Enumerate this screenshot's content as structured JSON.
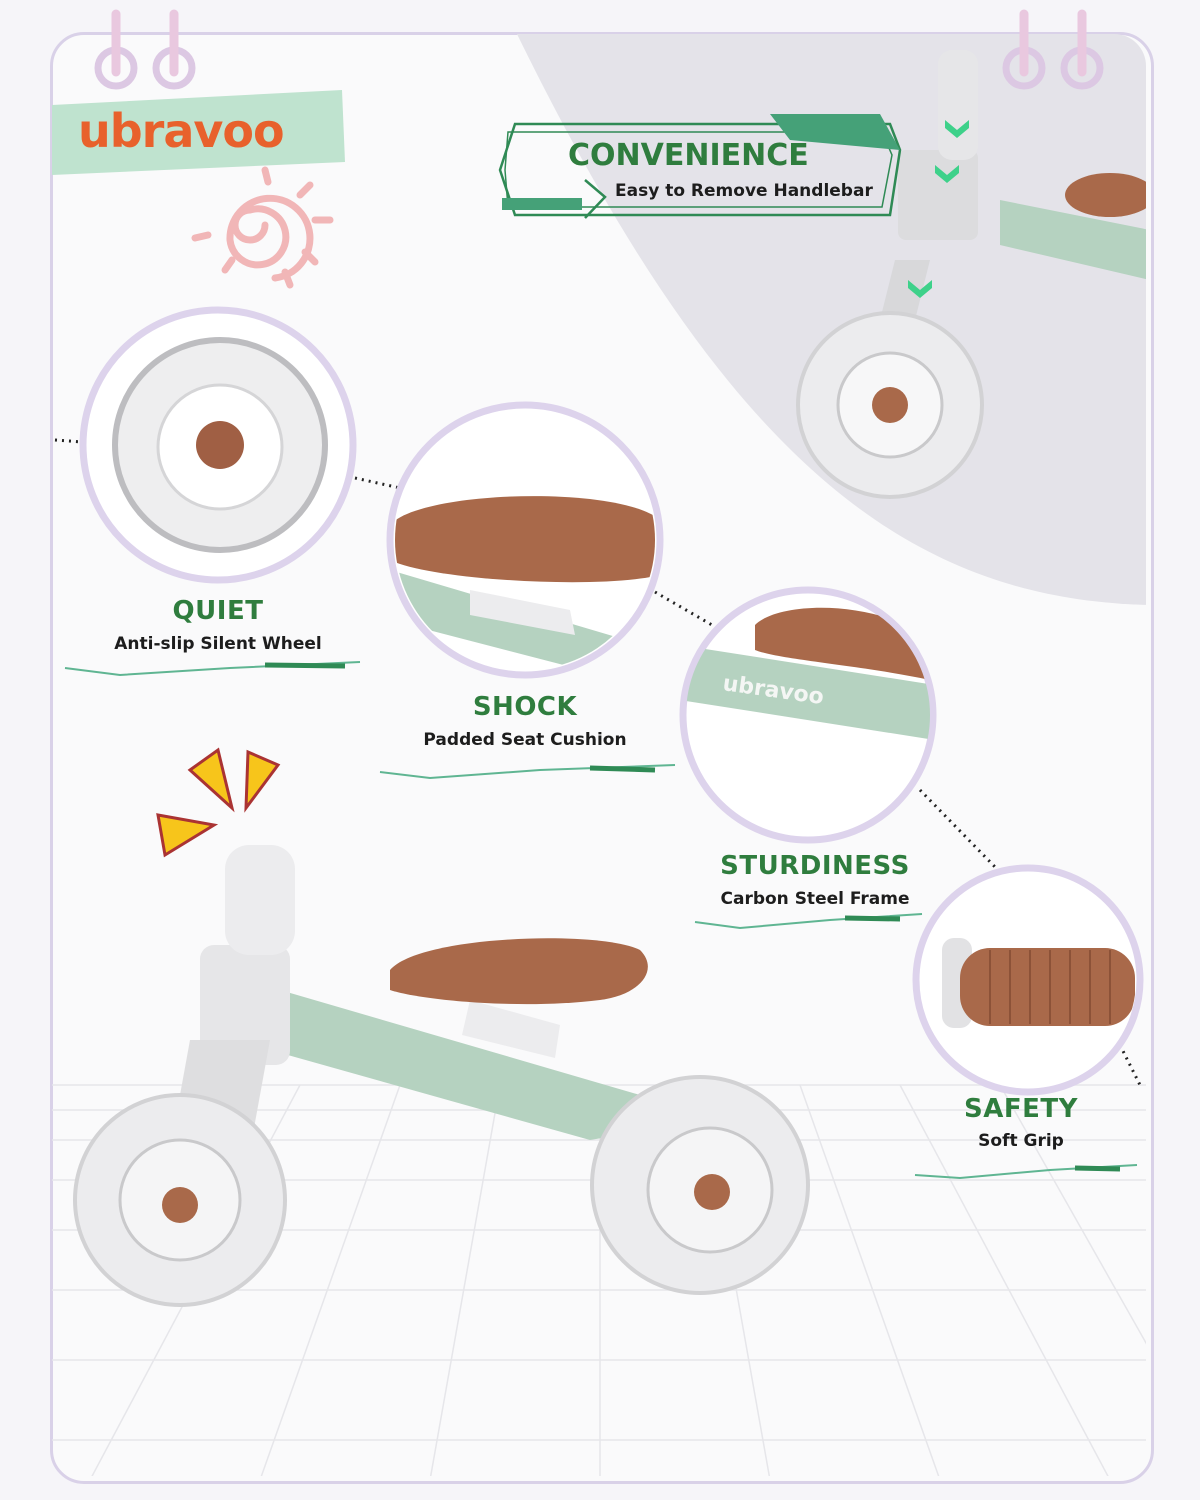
{
  "brand": {
    "logo_text": "ubravoo",
    "accent": "#2f7d3e",
    "logo_color": "#e8612c"
  },
  "features": {
    "convenience": {
      "title": "CONVENIENCE",
      "subtitle": "Easy to Remove Handlebar"
    },
    "quiet": {
      "title": "QUIET",
      "subtitle": "Anti-slip Silent Wheel"
    },
    "shock": {
      "title": "SHOCK",
      "subtitle": "Padded Seat Cushion"
    },
    "sturdiness": {
      "title": "STURDINESS",
      "subtitle": "Carbon Steel Frame"
    },
    "safety": {
      "title": "SAFETY",
      "subtitle": "Soft Grip"
    }
  },
  "frame_logo": "ubravoo"
}
